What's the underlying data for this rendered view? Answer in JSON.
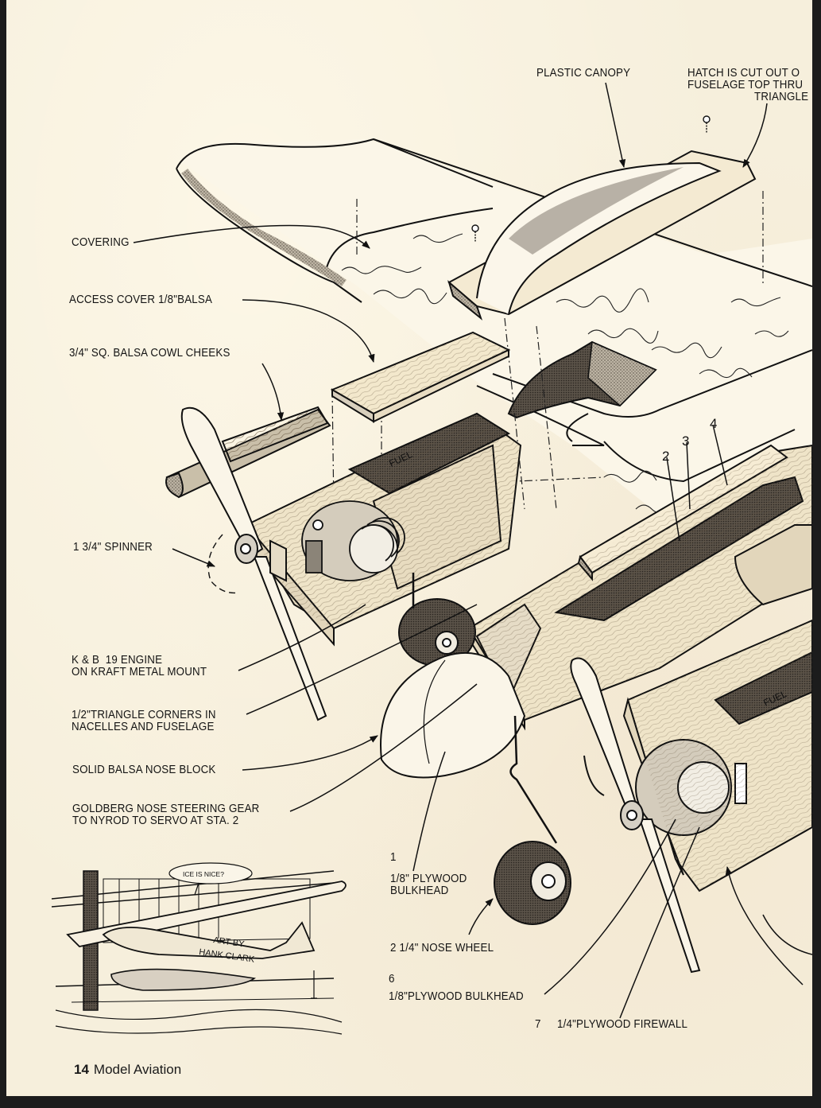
{
  "publication": {
    "page_number": "14",
    "title": "Model Aviation"
  },
  "callouts": {
    "plastic_canopy": "PLASTIC CANOPY",
    "hatch": [
      "HATCH IS CUT OUT O",
      "FUSELAGE TOP THRU",
      "TRIANGLE"
    ],
    "covering": "COVERING",
    "access_cover": "ACCESS COVER 1/8\"BALSA",
    "cowl_cheeks": "3/4\" SQ. BALSA COWL CHEEKS",
    "spinner": "1 3/4\" SPINNER",
    "engine": [
      "K & B  19 ENGINE",
      "ON KRAFT METAL MOUNT"
    ],
    "triangle_corners": [
      "1/2\"TRIANGLE CORNERS IN",
      "NACELLES AND FUSELAGE"
    ],
    "nose_block": "SOLID BALSA NOSE BLOCK",
    "steering_gear": [
      "GOLDBERG NOSE STEERING GEAR",
      "TO NYROD TO SERVO AT STA. 2"
    ],
    "bulkhead_1": {
      "station": "1",
      "text": [
        "1/8\" PLYWOOD",
        "BULKHEAD"
      ]
    },
    "nose_wheel": "2 1/4\" NOSE WHEEL",
    "bulkhead_6": {
      "station": "6",
      "text": "1/8\"PLYWOOD BULKHEAD"
    },
    "firewall_7": {
      "station": "7",
      "text": "1/4\"PLYWOOD FIREWALL"
    }
  },
  "station_numbers": [
    "2",
    "3",
    "4"
  ],
  "tank_labels": [
    "FUEL",
    "FUEL"
  ],
  "cartoon": {
    "speech_bubble": "ICE IS NICE?",
    "credit": [
      "ART BY",
      "HANK CLARK"
    ]
  }
}
